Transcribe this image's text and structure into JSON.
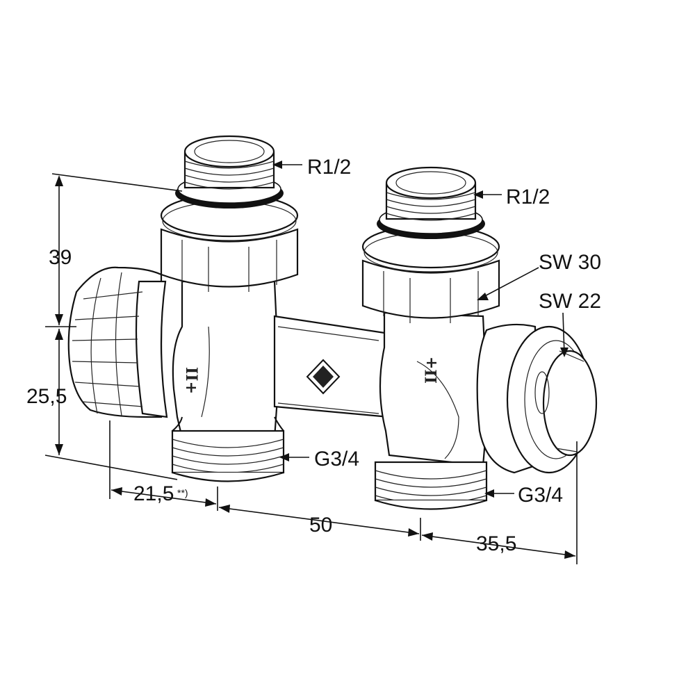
{
  "labels": {
    "top_left_thread": "R1/2",
    "top_right_thread": "R1/2",
    "nut_size": "SW 30",
    "cap_size": "SW 22",
    "bottom_left_thread": "G3/4",
    "bottom_right_thread": "G3/4"
  },
  "dimensions": {
    "height_upper": "39",
    "height_lower": "25,5",
    "offset_left": "21,5",
    "offset_left_note": "**)",
    "pipe_spacing": "50",
    "offset_right": "35,5"
  },
  "body_marks": {
    "left": "II+",
    "right": "II+"
  }
}
